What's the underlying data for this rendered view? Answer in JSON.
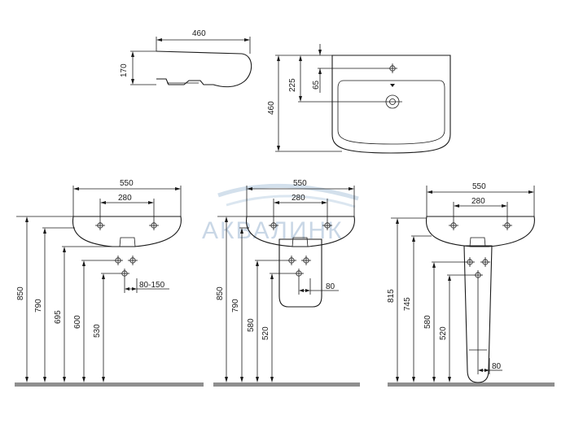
{
  "watermark": "АКВАЛИНК",
  "top_side": {
    "width": "460",
    "height": "170"
  },
  "top_plan": {
    "depth": "460",
    "tap_offset": "225",
    "hole_offset": "65"
  },
  "view_1": {
    "width": "550",
    "holes": "280",
    "h_rim": "850",
    "h_base": "790",
    "h_trap": "695",
    "h_water": "600",
    "h_waste": "530",
    "offset": "80-150"
  },
  "view_2": {
    "width": "550",
    "holes": "280",
    "h_rim": "850",
    "h_base": "790",
    "h_water": "580",
    "h_waste": "520",
    "offset": "80"
  },
  "view_3": {
    "width": "550",
    "holes": "280",
    "h_rim": "815",
    "h_base": "745",
    "h_water": "580",
    "h_waste": "520",
    "offset": "80"
  }
}
